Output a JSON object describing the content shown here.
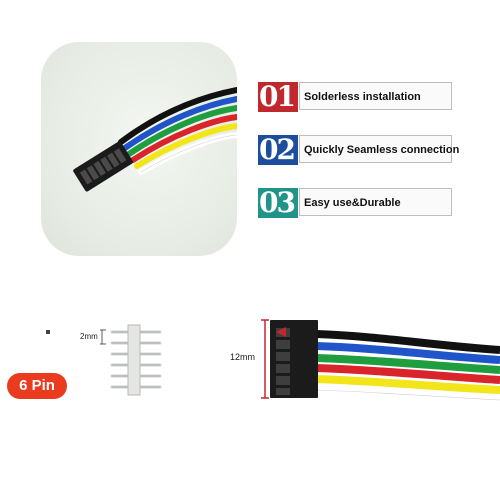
{
  "features": [
    {
      "number": "01",
      "text": "Solderless installation",
      "color": "#c0282d"
    },
    {
      "number": "02",
      "text": "Quickly Seamless connection",
      "color": "#1c4e9f"
    },
    {
      "number": "03",
      "text": "Easy use&Durable",
      "color": "#21948a"
    }
  ],
  "pin_badge": {
    "label": "6 Pin",
    "color": "#ea3b1f"
  },
  "dimensions": {
    "pin_pitch": "2mm",
    "connector_height": "12mm"
  },
  "wire_colors": [
    "#1a1a1a",
    "#1f55c9",
    "#1e9e3e",
    "#d9242c",
    "#f2e51a",
    "#ffffff"
  ]
}
